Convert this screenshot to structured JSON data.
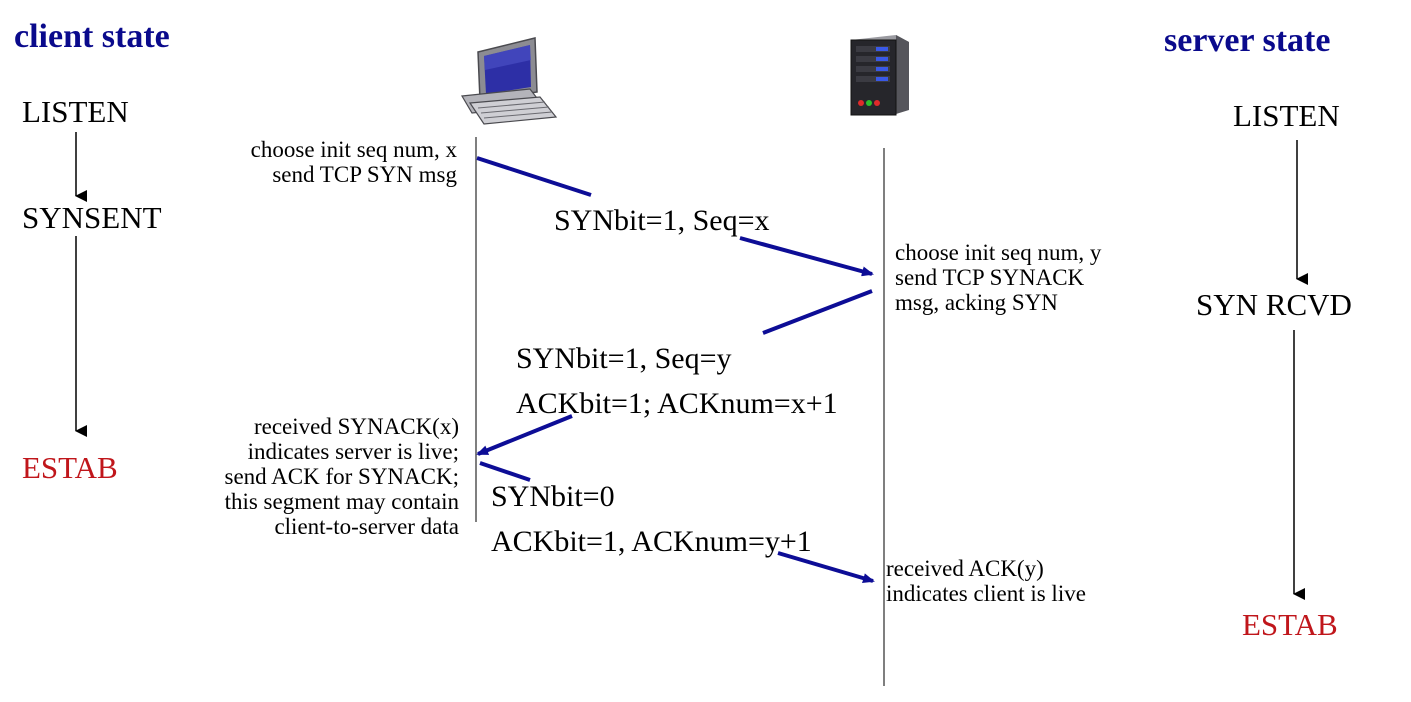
{
  "headers": {
    "client": "client state",
    "server": "server state"
  },
  "client_states": {
    "s1": "LISTEN",
    "s2": "SYNSENT",
    "s3": "ESTAB"
  },
  "server_states": {
    "s1": "LISTEN",
    "s2": "SYN RCVD",
    "s3": "ESTAB"
  },
  "client_notes": {
    "n1": "choose init seq num, x\nsend TCP SYN msg",
    "n2": "received SYNACK(x)\nindicates server is live;\nsend ACK for SYNACK;\nthis segment may contain\nclient-to-server data"
  },
  "server_notes": {
    "n1": "choose init seq num, y\nsend TCP SYNACK\nmsg, acking SYN",
    "n2": "received ACK(y)\nindicates client is live"
  },
  "segments": {
    "m1": "SYNbit=1, Seq=x",
    "m2": "SYNbit=1, Seq=y\nACKbit=1; ACKnum=x+1",
    "m3": "SYNbit=0\nACKbit=1, ACKnum=y+1"
  },
  "icons": {
    "client": "desktop-computer-icon",
    "server": "server-tower-icon"
  },
  "colors": {
    "header": "#0a0a8c",
    "estab": "#c0161b",
    "message_arrow": "#0d0d96",
    "timeline": "#7f7f7f"
  }
}
